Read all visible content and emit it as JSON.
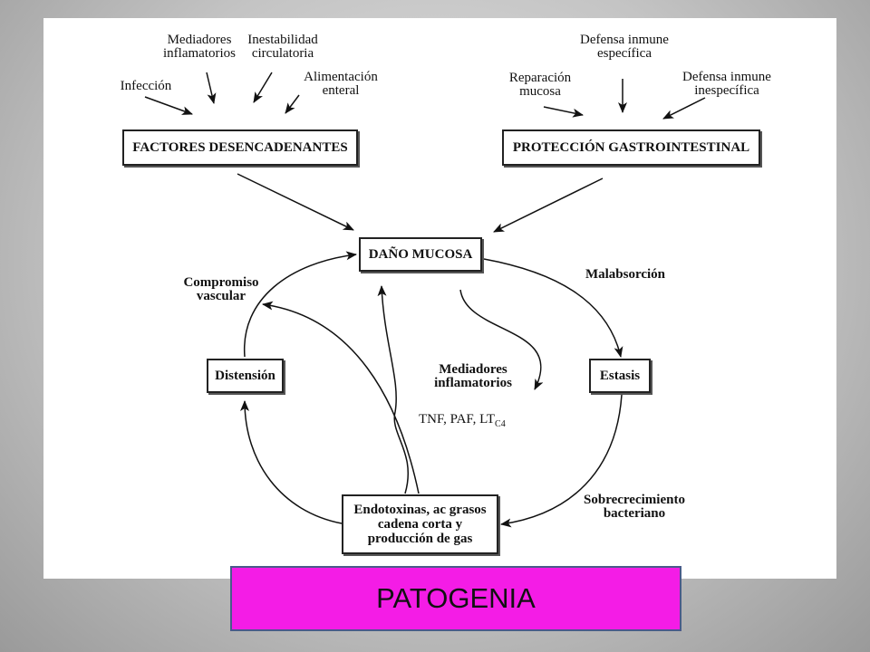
{
  "diagram": {
    "top_inputs_left": {
      "infeccion": "Infección",
      "mediadores": "Mediadores\ninflamatorios",
      "inestabilidad": "Inestabilidad\ncirculatoria",
      "alimentacion": "Alimentación\nenteral"
    },
    "top_inputs_right": {
      "reparacion": "Reparación\nmucosa",
      "defensa_especifica": "Defensa inmune\nespecífica",
      "defensa_inespecifica": "Defensa inmune\ninespecífica"
    },
    "boxes": {
      "factores": "FACTORES DESENCADENANTES",
      "proteccion": "PROTECCIÓN GASTROINTESTINAL",
      "dano": "DAÑO MUCOSA",
      "distension": "Distensión",
      "estasis": "Estasis",
      "endotoxinas": "Endotoxinas, ac grasos\ncadena corta y\nproducción de gas"
    },
    "cycle_labels": {
      "compromiso": "Compromiso\nvascular",
      "malabsorcion": "Malabsorción",
      "sobrecrecimiento": "Sobrecrecimiento\nbacteriano",
      "mediadores_title": "Mediadores\ninflamatorios",
      "mediadores_list": "TNF, PAF, LT",
      "mediadores_sub": "C4"
    }
  },
  "banner": {
    "title": "PATOGENIA"
  },
  "colors": {
    "banner_bg": "#f41ce6",
    "banner_border": "#4a5a8a",
    "ink": "#111111"
  }
}
